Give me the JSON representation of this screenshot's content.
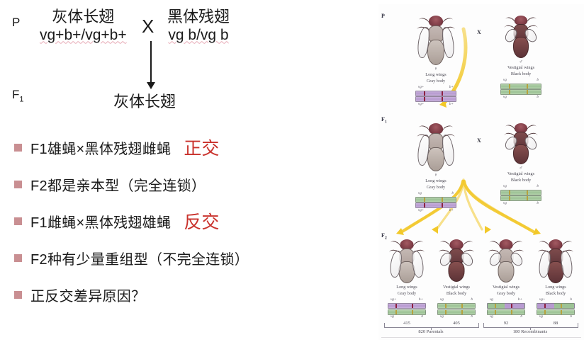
{
  "left": {
    "p_label": "P",
    "f1_label": "F",
    "f1_sub": "1",
    "parent_female": {
      "phenotype": "灰体长翅",
      "genotype": "vg+b+/vg+b+"
    },
    "parent_male": {
      "phenotype": "黑体残翅",
      "genotype": "vg b/vg b"
    },
    "cross_symbol": "X",
    "f1_phenotype": "灰体长翅",
    "bullets": [
      {
        "text": "F1雄蝇×黑体残翅雌蝇",
        "tag": "正交"
      },
      {
        "text": "F2都是亲本型（完全连锁）",
        "tag": ""
      },
      {
        "text": "F1雌蝇×黑体残翅雄蝇",
        "tag": "反交"
      },
      {
        "text": "F2种有少量重组型（不完全连锁）",
        "tag": ""
      },
      {
        "text": "正反交差异原因？",
        "tag": ""
      }
    ]
  },
  "figure": {
    "gen_p": "P",
    "gen_f1": "F",
    "gen_f1_sub": "1",
    "gen_f2": "F",
    "gen_f2_sub": "2",
    "cross_symbol": "X",
    "female_symbol": "♀",
    "male_symbol": "♂",
    "p_female": {
      "sex": "♀",
      "wings": "Long wings",
      "body": "Gray body",
      "alleles_top_left": "vg+",
      "alleles_top_right": "b+",
      "alleles_bottom_left": "vg+",
      "alleles_bottom_right": "b+"
    },
    "p_male": {
      "sex": "♂",
      "wings": "Vestigial wings",
      "body": "Black body",
      "alleles_top_left": "vg",
      "alleles_top_right": "b",
      "alleles_bottom_left": "vg",
      "alleles_bottom_right": "b"
    },
    "f1_female": {
      "sex": "♀",
      "wings": "Long wings",
      "body": "Gray body",
      "alleles_top_left": "vg",
      "alleles_top_right": "b",
      "alleles_bottom_left": "vg+",
      "alleles_bottom_right": "b+"
    },
    "f1_male": {
      "sex": "♂",
      "wings": "Vestigial wings",
      "body": "Black body",
      "alleles_top_left": "vg",
      "alleles_top_right": "b",
      "alleles_bottom_left": "vg",
      "alleles_bottom_right": "b"
    },
    "f2": [
      {
        "wings": "Long wings",
        "body": "Gray body",
        "alleles_top_left": "vg+",
        "alleles_top_right": "b+",
        "alleles_bottom_left": "vg",
        "alleles_bottom_right": "b",
        "count": "415"
      },
      {
        "wings": "Vestigial wings",
        "body": "Black body",
        "alleles_top_left": "vg",
        "alleles_top_right": "b",
        "alleles_bottom_left": "vg",
        "alleles_bottom_right": "b",
        "count": "405"
      },
      {
        "wings": "Vestigial wings",
        "body": "Gray body",
        "alleles_top_left": "vg",
        "alleles_top_right": "b+",
        "alleles_bottom_left": "vg",
        "alleles_bottom_right": "b",
        "count": "92"
      },
      {
        "wings": "Long wings",
        "body": "Black body",
        "alleles_top_left": "vg+",
        "alleles_top_right": "b",
        "alleles_bottom_left": "vg",
        "alleles_bottom_right": "b",
        "count": "88"
      }
    ],
    "bracket_parentals": "820 Parentals",
    "bracket_recombinants": "180 Recombinants"
  },
  "colors": {
    "accent_red": "#c9322c",
    "bullet_square": "#c98f92",
    "chromosome_purple": "#b79ad0",
    "chromosome_green": "#9cc295",
    "arrow_yellow": "#f5d547",
    "text": "#1a1a1a"
  }
}
